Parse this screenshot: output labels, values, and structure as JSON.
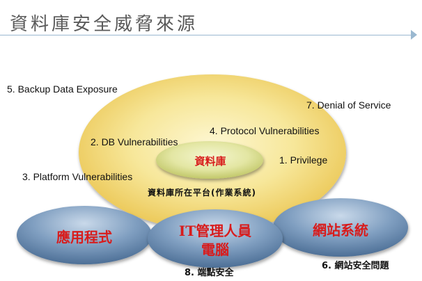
{
  "title": "資料庫安全威脅來源",
  "diagram": {
    "core": "資料庫",
    "platform_label": "資料庫所在平台(作業系統)",
    "threats": {
      "backup": "5. Backup Data Exposure",
      "dos": "7. Denial of Service",
      "protocol": "4. Protocol Vulnerabilities",
      "db": "2. DB Vulnerabilities",
      "privilege": "1. Privilege",
      "platform": "3. Platform Vulnerabilities"
    },
    "nodes": {
      "application": "應用程式",
      "it_admin_line1": "IT管理人員",
      "it_admin_line2": "電腦",
      "website": "網站系統"
    },
    "captions": {
      "endpoint": "8. 端點安全",
      "website_issue": "6. 網站安全問題"
    }
  },
  "colors": {
    "outer_ring": "#f1d66a",
    "core_fill": "#dfe39a",
    "node_fill": "#7593b4",
    "node_text": "#d81c1c",
    "rule": "#9ab8d0"
  }
}
